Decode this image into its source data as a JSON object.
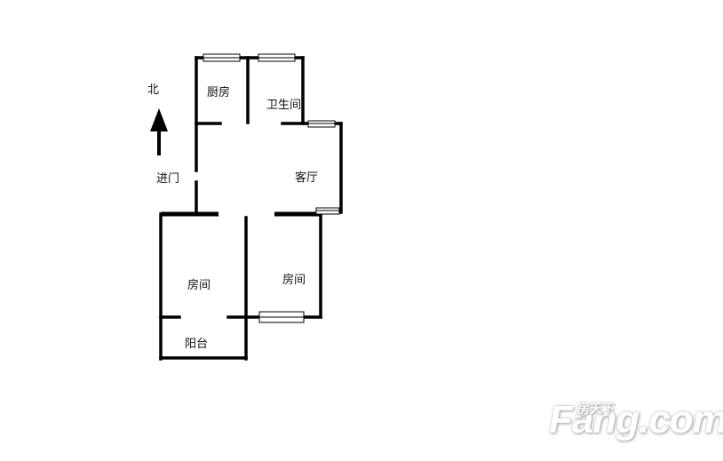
{
  "plan": {
    "compass": "北",
    "rooms": {
      "kitchen": "厨房",
      "bathroom": "卫生间",
      "entrance": "进门",
      "living_room": "客厅",
      "bedroom_left": "房间",
      "bedroom_right": "房间",
      "balcony": "阳台"
    }
  },
  "watermark": {
    "brand_cn": "房天下",
    "brand_en": "Fang.com"
  }
}
